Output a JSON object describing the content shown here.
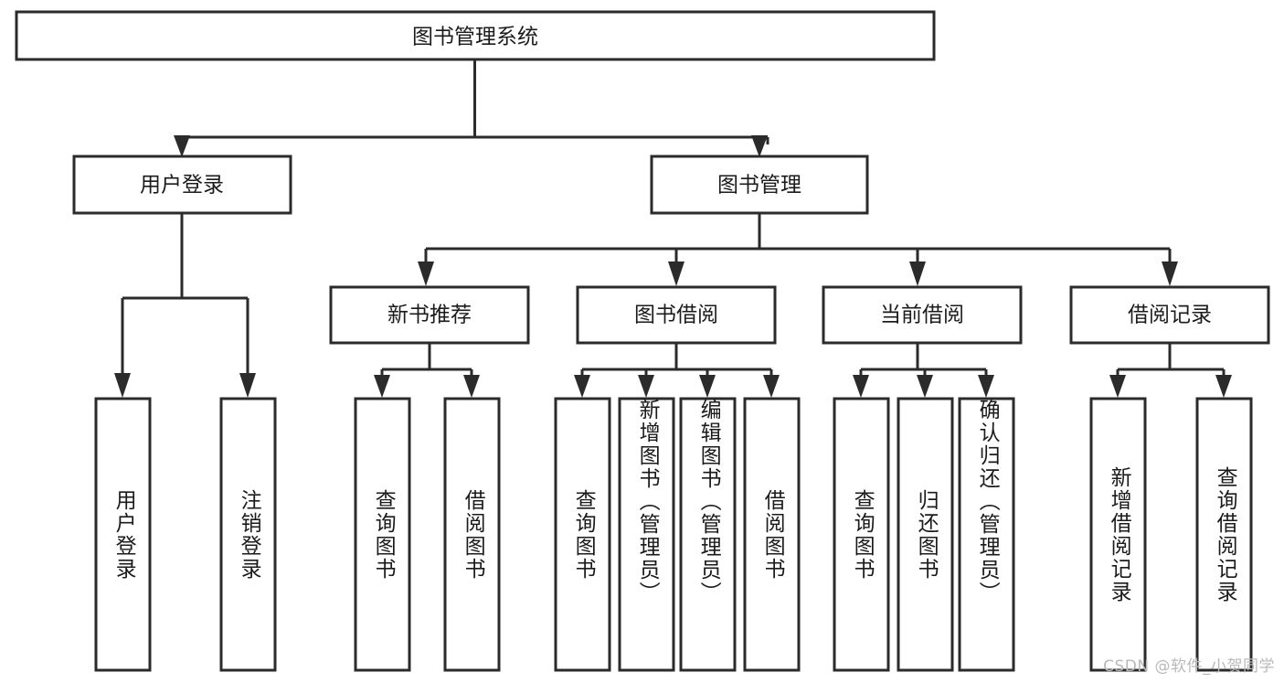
{
  "diagram": {
    "title": "图书管理系统",
    "watermark": "CSDN @软件_小贺同学",
    "colors": {
      "stroke": "#2b2b2b",
      "box_fill": "#ffffff",
      "text": "#1b1b1b",
      "background": "#ffffff",
      "watermark": "#b9b9b9"
    },
    "root": {
      "label": "图书管理系统"
    },
    "level2": [
      {
        "label": "用户登录"
      },
      {
        "label": "图书管理"
      }
    ],
    "level3": [
      {
        "label": "新书推荐"
      },
      {
        "label": "图书借阅"
      },
      {
        "label": "当前借阅"
      },
      {
        "label": "借阅记录"
      }
    ],
    "leaves": {
      "user_login": [
        {
          "label": "用户登录"
        },
        {
          "label": "注销登录"
        }
      ],
      "new_book_recommend": [
        {
          "label": "查询图书"
        },
        {
          "label": "借阅图书"
        }
      ],
      "book_borrow": [
        {
          "label": "查询图书"
        },
        {
          "label": "新增图书（管理员）"
        },
        {
          "label": "编辑图书（管理员）"
        },
        {
          "label": "借阅图书"
        }
      ],
      "current_borrow": [
        {
          "label": "查询图书"
        },
        {
          "label": "归还图书"
        },
        {
          "label": "确认归还（管理员）"
        }
      ],
      "borrow_record": [
        {
          "label": "新增借阅记录"
        },
        {
          "label": "查询借阅记录"
        }
      ]
    }
  }
}
